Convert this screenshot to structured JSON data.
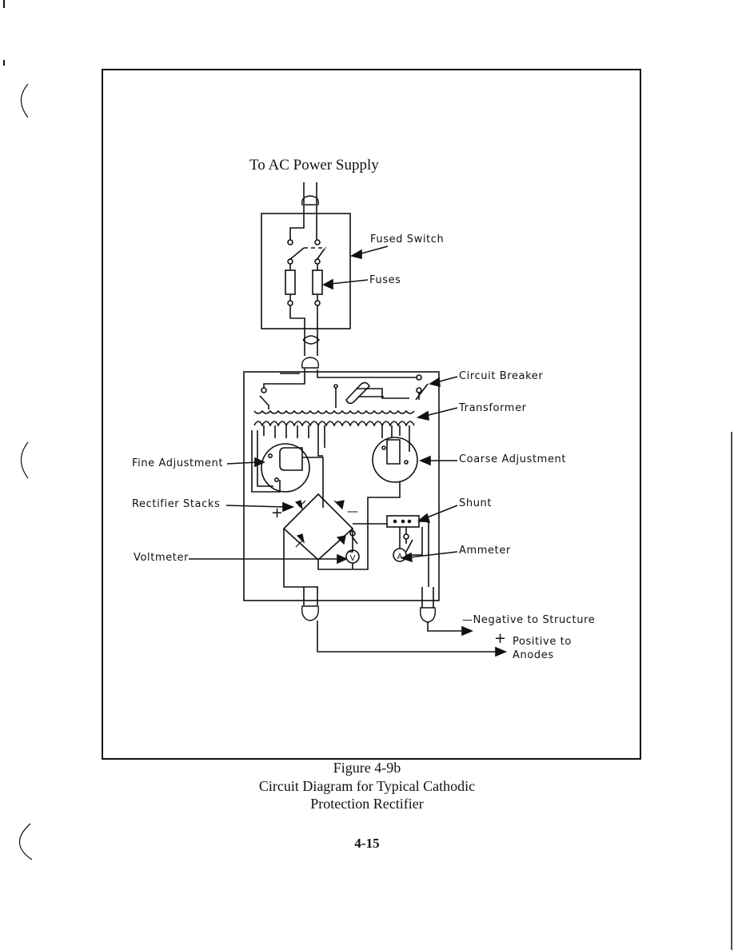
{
  "diagram": {
    "supply_label": "To AC Power Supply",
    "labels": {
      "fused_switch": "Fused Switch",
      "fuses": "Fuses",
      "circuit_breaker": "Circuit Breaker",
      "transformer": "Transformer",
      "coarse_adjustment": "Coarse Adjustment",
      "fine_adjustment": "Fine Adjustment",
      "rectifier_stacks": "Rectifier Stacks",
      "shunt": "Shunt",
      "ammeter": "Ammeter",
      "voltmeter": "Voltmeter",
      "negative": "—Negative to Structure",
      "positive_sign": "+",
      "positive_1": "Positive to",
      "positive_2": "Anodes",
      "plus_mark": "+",
      "minus_mark": "—",
      "ammeter_symbol": "A",
      "voltmeter_symbol": "V"
    }
  },
  "caption": {
    "figure": "Figure 4-9b",
    "title_line1": "Circuit Diagram for Typical Cathodic",
    "title_line2": "Protection Rectifier"
  },
  "page_number": "4-15"
}
